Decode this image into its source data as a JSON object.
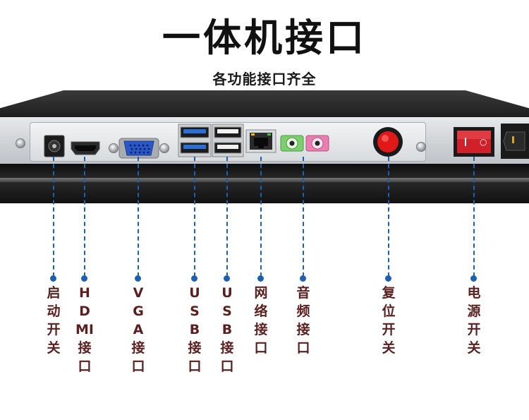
{
  "title": "一体机接口",
  "subtitle": "各功能接口齐全",
  "labels": {
    "power_button": "启动开关",
    "hdmi": "HDMI接口",
    "vga": "VGA接口",
    "usb3": "USB接口",
    "usb2": "USB接口",
    "lan": "网络接口",
    "audio": "音频接口",
    "reset": "复位开关",
    "power_switch": "电源开关"
  },
  "colors": {
    "leader_line": "#1e60b0",
    "label_text": "#5a1f1f",
    "reset_button": "#e01818",
    "rocker_switch": "#d0202a",
    "usb3_blue": "#2a6fd6",
    "audio_green": "#7ccf6e",
    "audio_pink": "#e97fb1",
    "vga_blue": "#2a57c7"
  },
  "icons": {
    "rocker_symbol": "○"
  }
}
